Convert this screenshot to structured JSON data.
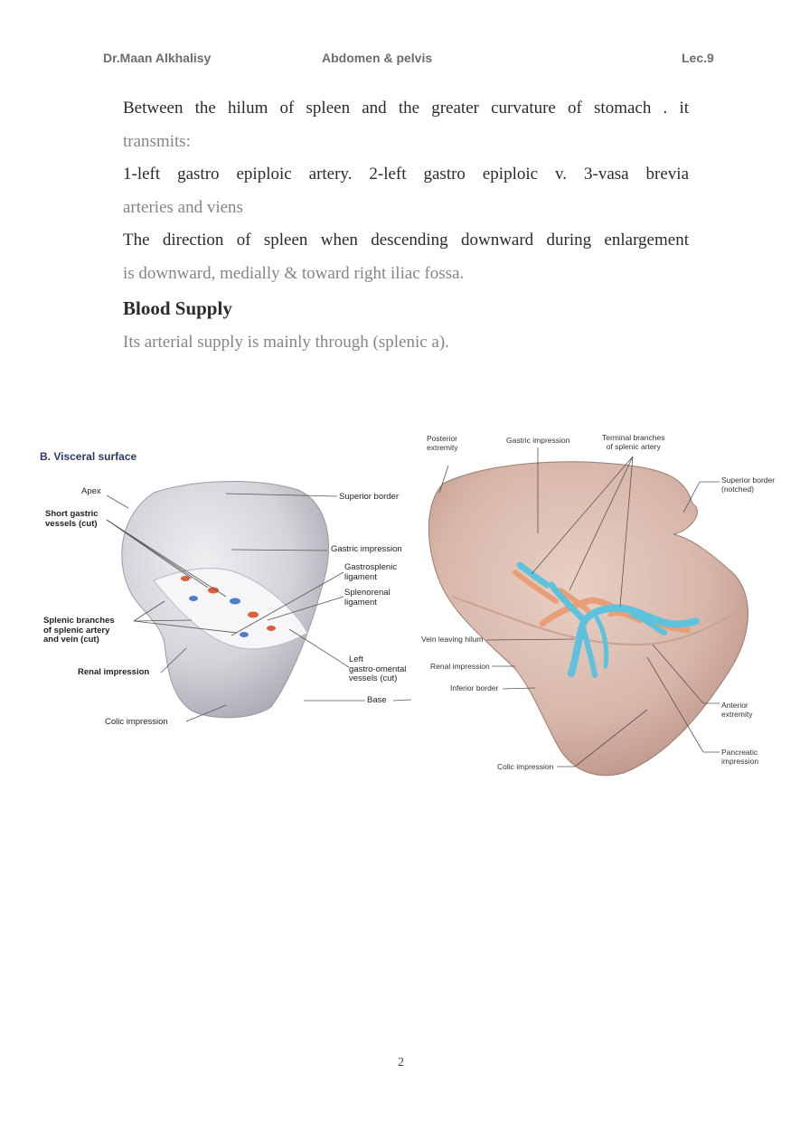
{
  "header": {
    "author": "Dr.Maan Alkhalisy",
    "course": "Abdomen & pelvis",
    "lecture": "Lec.9"
  },
  "body": {
    "line1": "Between the hilum of spleen and the greater curvature of stomach . it",
    "line2": "transmits:",
    "line3": "1-left gastro epiploic artery.    2-left gastro epiploic v.    3-vasa brevia",
    "line4": "arteries and viens",
    "line5": "The direction of spleen when descending downward during enlargement",
    "line6": "is downward, medially & toward right iliac fossa.",
    "heading": "Blood Supply",
    "line7": "Its arterial supply is mainly through (splenic a)."
  },
  "figure_left": {
    "title": "B. Visceral surface",
    "labels": {
      "apex": "Apex",
      "short_gastric_1": "Short gastric",
      "short_gastric_2": "vessels (cut)",
      "superior_border": "Superior border",
      "gastric_impression": "Gastric impression",
      "gastrosplenic_1": "Gastrosplenic",
      "gastrosplenic_2": "ligament",
      "splenorenal_1": "Splenorenal",
      "splenorenal_2": "ligament",
      "splenic_branches_1": "Splenic branches",
      "splenic_branches_2": "of splenic artery",
      "splenic_branches_3": "and vein (cut)",
      "renal_impression": "Renal impression",
      "left_gastro_1": "Left",
      "left_gastro_2": "gastro-omental",
      "left_gastro_3": "vessels (cut)",
      "base": "Base",
      "colic_impression": "Colic impression"
    }
  },
  "figure_right": {
    "labels": {
      "posterior_1": "Posterior",
      "posterior_2": "extremity",
      "gastric_impression": "Gastric impression",
      "terminal_1": "Terminal branches",
      "terminal_2": "of splenic artery",
      "superior_1": "Superior border",
      "superior_2": "(notched)",
      "vein_hilum": "Vein leaving hilum",
      "renal_impression": "Renal impression",
      "inferior_border": "Inferior border",
      "anterior_1": "Anterior",
      "anterior_2": "extremity",
      "pancreatic_1": "Pancreatic",
      "pancreatic_2": "impression",
      "colic_impression": "Colic impression"
    }
  },
  "footer": {
    "page_number": "2"
  }
}
